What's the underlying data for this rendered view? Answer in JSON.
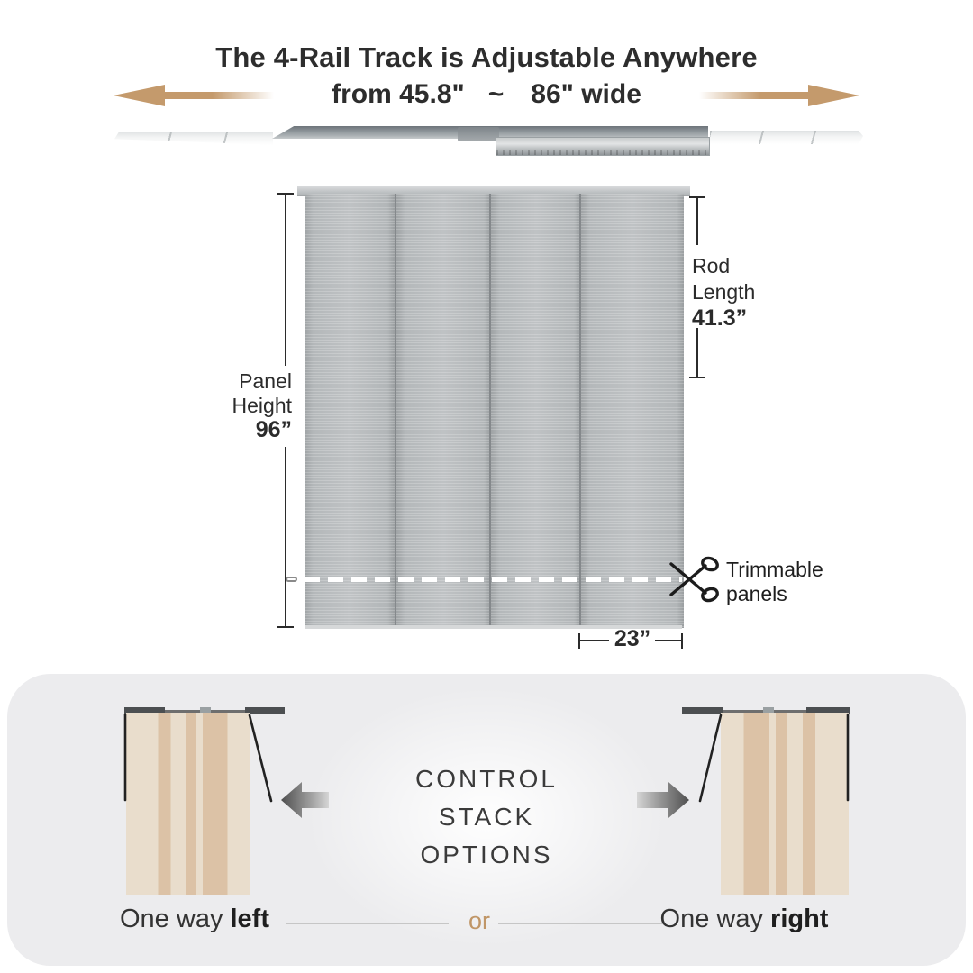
{
  "header": {
    "title_line1": "The 4-Rail Track is Adjustable Anywhere",
    "title_line2_from": "from 45.8\"",
    "title_line2_tilde": "~",
    "title_line2_to": "86\" wide"
  },
  "diagram": {
    "panel_height": {
      "label_line1": "Panel",
      "label_line2": "Height",
      "value": "96”"
    },
    "rod_length": {
      "label_line1": "Rod",
      "label_line2": "Length",
      "value": "41.3”"
    },
    "panel_width": {
      "value": "23”"
    },
    "trimmable": {
      "line1": "Trimmable",
      "line2": "panels"
    }
  },
  "control_stack": {
    "heading_line1": "CONTROL",
    "heading_line2": "STACK",
    "heading_line3": "OPTIONS",
    "left_option": {
      "prefix": "One way ",
      "bold": "left"
    },
    "right_option": {
      "prefix": "One way ",
      "bold": "right"
    },
    "separator": "or"
  },
  "colors": {
    "accent_tan": "#c49a6c",
    "or_tan": "#c09667",
    "panel_gray": "#b7babc",
    "stripe_light": "#e9ddcc",
    "stripe_medium": "#dcc2a6",
    "card_background": "#ececee",
    "text_dark": "#2d2d2d"
  },
  "icons": {
    "scissors": "scissors-icon",
    "left_arrow": "expand-left-arrow-icon",
    "right_arrow": "expand-right-arrow-icon",
    "stack_left_arrow": "stack-direction-left-arrow-icon",
    "stack_right_arrow": "stack-direction-right-arrow-icon"
  }
}
